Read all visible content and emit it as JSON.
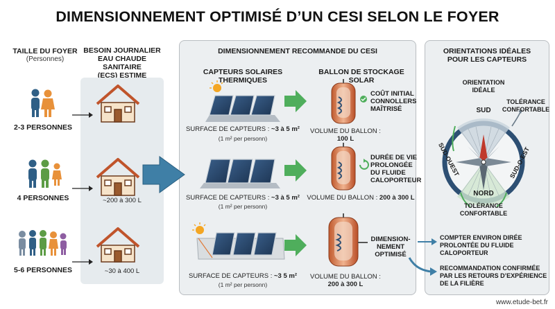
{
  "title": "DIMENSIONNEMENT OPTIMISÉ D’UN CESI SELON LE FOYER",
  "col1": {
    "title": "TAILLE DU FOYER",
    "subtitle": "(Personnes)"
  },
  "col2": {
    "title_l1": "BESOIN JOURNALIER",
    "title_l2": "EAU CHAUDE SANITAIRE",
    "title_l3": "(ECS) ESTIME"
  },
  "panel_center": {
    "title": "DIMENSIONNEMENT RECOMMANDE DU CESI",
    "col_capteurs": "CAPTEURS SOLAIRES THERMIQUES",
    "col_ballon": "BALLON DE STOCKAGE SOLAR"
  },
  "rows": [
    {
      "household": "2-3 PERSONNES",
      "need": "",
      "surface_label": "SURFACE DE CAPTEURS : ",
      "surface_value": "~3 à 5 m²",
      "surface_note": "(1 m² per personn)",
      "volume_label": "VOLUME DU BALLON : ",
      "volume_value": "100 L",
      "benefit_l1": "COÛT INITIAL",
      "benefit_l2": "CONNOLLERS",
      "benefit_l3": "MAÎTRISÉ"
    },
    {
      "household": "4 PERSONNES",
      "need": "~200 à 300 L",
      "surface_label": "SURFACE DE CAPTEURS : ",
      "surface_value": "~3 à 5 m²",
      "surface_note": "(1 m² per personn)",
      "volume_label": "VOLUME DU BALLON : ",
      "volume_value": "200 à 300 L",
      "benefit_l1": "DURÉE DE VIE",
      "benefit_l2": "PROLONGÉE",
      "benefit_l3": "DU FLUIDE",
      "benefit_l4": "CALOPORTEUR"
    },
    {
      "household": "5-6 PERSONNES",
      "need": "~30 à 400 L",
      "surface_label": "SURFACE DE CAPTEURS : ",
      "surface_value": "~3 5 m²",
      "surface_note": "(1 m² per personn)",
      "volume_label": "VOLUME DU BALLON :",
      "volume_value": "200 à 300 L",
      "benefit_l1": "DIMENSION-",
      "benefit_l2": "NEMENT",
      "benefit_l3": "OPTIMISÉ"
    }
  ],
  "panel_right": {
    "title_l1": "ORIENTATIONS IDÉALES",
    "title_l2": "POUR LES CAPTEURS",
    "ideal_l1": "ORIENTATION",
    "ideal_l2": "IDÉALE",
    "tol_top_l1": "TOLÉRANCE",
    "tol_top_l2": "CONFORTABLE",
    "sud": "SUD",
    "sud_ouest": "SUD-OUEST",
    "sud_est": "SUD-O-EST",
    "nord": "NORD",
    "tol_bot_l1": "TOLÉRANCE",
    "tol_bot_l2": "CONFORTABLE"
  },
  "notes": [
    {
      "l1": "COMPTER ENVIRON DIRÉE",
      "l2": "PROLONTÉE DU FLUIDE",
      "l3": "CALOPORTEUR"
    },
    {
      "l1": "RECOMMANDATION CONFIRMÉE",
      "l2": "PAR LES RETOURS D’EXPÉRIENCE",
      "l3": "DE LA FILIÈRE"
    }
  ],
  "footer": "www.etude-bet.fr",
  "colors": {
    "blue_arrow": "#3f7fa6",
    "green_arrow": "#4fae5c",
    "panel": "#eceff1",
    "panel_navy": "#2d4f73"
  }
}
